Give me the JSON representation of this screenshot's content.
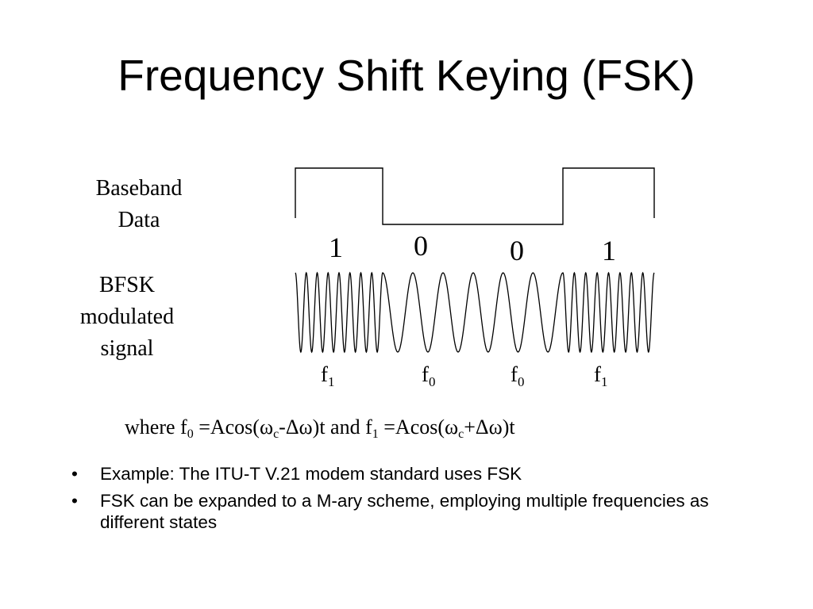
{
  "slide": {
    "title": "Frequency Shift Keying (FSK)"
  },
  "diagram": {
    "baseband_label_line1": "Baseband",
    "baseband_label_line2": "Data",
    "bfsk_label_line1": "BFSK",
    "bfsk_label_line2": "modulated",
    "bfsk_label_line3": "signal",
    "bits": [
      "1",
      "0",
      "0",
      "1"
    ],
    "freq_labels": [
      {
        "base": "f",
        "sub": "1"
      },
      {
        "base": "f",
        "sub": "0"
      },
      {
        "base": "f",
        "sub": "0"
      },
      {
        "base": "f",
        "sub": "1"
      }
    ],
    "baseband_levels": [
      1,
      0,
      0,
      1
    ],
    "cycles_per_bit": [
      8,
      3,
      3,
      8
    ]
  },
  "formula": {
    "p1": "where f",
    "s1": "0",
    "p2": " =Acos(ω",
    "s2": "c",
    "p3": "-Δω)t and f",
    "s3": "1",
    "p4": " =Acos(ω",
    "s4": "c",
    "p5": "+Δω)t"
  },
  "bullets": {
    "marker": "•",
    "items": [
      "Example: The ITU-T V.21 modem standard uses FSK",
      "FSK can be expanded to a M-ary scheme, employing multiple frequencies as different states"
    ]
  },
  "colors": {
    "line": "#000000",
    "background": "#ffffff"
  }
}
